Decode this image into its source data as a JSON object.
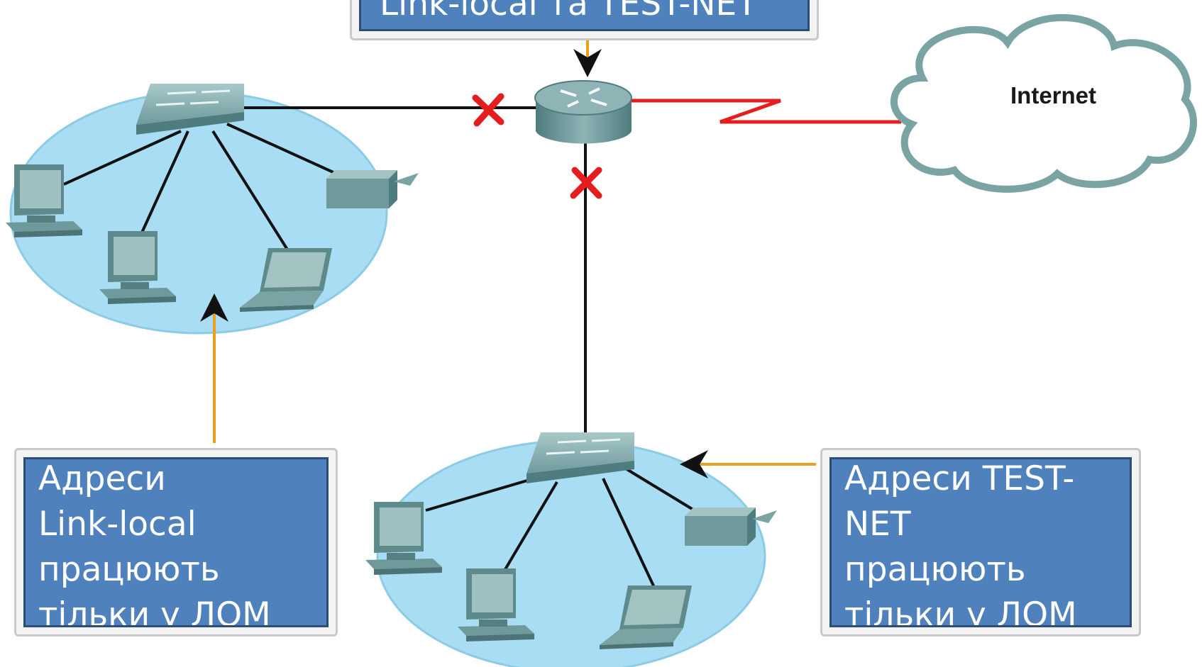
{
  "callouts": {
    "top": {
      "text": "Link-local  та TEST-NET"
    },
    "left": {
      "text": "Адреси\nLink-local\nпрацюють\nтільки у ЛОМ"
    },
    "right": {
      "text": "Адреси TEST-NET\nпрацюють\nтільки у ЛОМ"
    }
  },
  "cloud": {
    "label": "Internet"
  },
  "colors": {
    "lan_ellipse": "#a8ddf3",
    "device": "#6f9a9c",
    "callout_fill": "#4f81bd",
    "wan_link": "#e41e1e",
    "block_mark": "#e41e1e",
    "pointer": "#e8a020"
  },
  "icons": [
    "switch-icon",
    "router-icon",
    "cloud-icon",
    "desktop-pc-icon",
    "laptop-icon",
    "printer-icon",
    "block-x-icon",
    "lightning-link-icon"
  ]
}
